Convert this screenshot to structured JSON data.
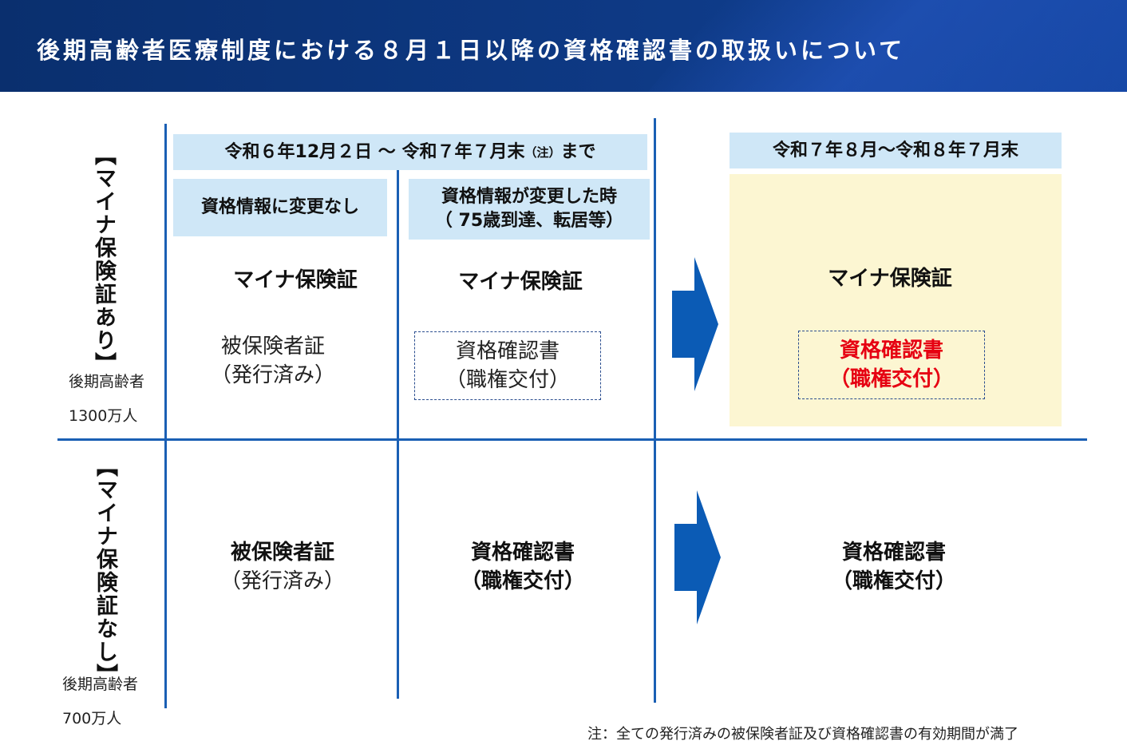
{
  "header": {
    "title": "後期高齢者医療制度における８月１日以降の資格確認書の取扱いについて"
  },
  "columns": {
    "period1": {
      "label_main": "令和６年12月２日 〜 令和７年７月末",
      "label_note": "（注）",
      "label_suffix": "まで"
    },
    "period2": {
      "label": "令和７年８月〜令和８年７月末"
    },
    "sub_no_change": "資格情報に変更なし",
    "sub_changed_line1": "資格情報が変更した時",
    "sub_changed_line2": "（ 75歳到達、転居等）"
  },
  "rows": {
    "with_card": {
      "label": "【マイナ保険証あり】",
      "group_label": "後期高齢者",
      "count": "1300万人",
      "cell1_primary": "マイナ保険証",
      "cell1_secondary_line1": "被保険者証",
      "cell1_secondary_line2": "（発行済み）",
      "cell2_primary": "マイナ保険証",
      "cell2_secondary_line1": "資格確認書",
      "cell2_secondary_line2": "（職権交付）",
      "cell3_primary": "マイナ保険証",
      "cell3_secondary_line1": "資格確認書",
      "cell3_secondary_line2": "（職権交付）"
    },
    "without_card": {
      "label": "【マイナ保険証なし】",
      "group_label": "後期高齢者",
      "count": "700万人",
      "cell1_line1": "被保険者証",
      "cell1_line2": "（発行済み）",
      "cell2_line1": "資格確認書",
      "cell2_line2": "（職権交付）",
      "cell3_line1": "資格確認書",
      "cell3_line2": "（職権交付）"
    }
  },
  "footnote": "注：全ての発行済みの被保険者証及び資格確認書の有効期間が満了",
  "colors": {
    "banner": "#0e3a86",
    "line": "#1a5fb4",
    "header_bg": "#cfe7f7",
    "highlight_bg": "#fcf6d2",
    "accent_red": "#e60012",
    "arrow": "#0b5bb5"
  }
}
